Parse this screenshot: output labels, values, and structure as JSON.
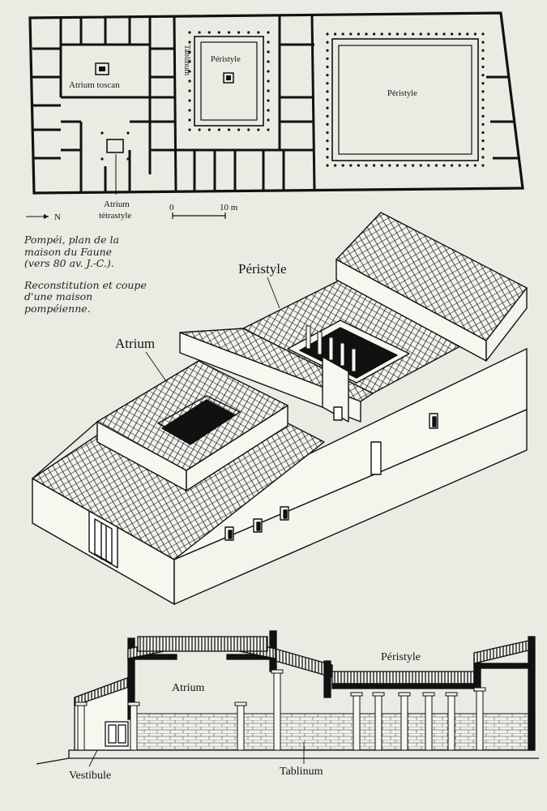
{
  "plan": {
    "labels": {
      "atrium_toscan": "Atrium toscan",
      "tablinum": "Tablinum",
      "peristyle_1": "Péristyle",
      "peristyle_2": "Péristyle",
      "atrium_tetrastyle_1": "Atrium",
      "atrium_tetrastyle_2": "tétrastyle",
      "north": "N",
      "scale_zero": "0",
      "scale_end": "10 m"
    }
  },
  "caption": {
    "lines_1": [
      "Pompéi, plan de la",
      "maison du Faune",
      "(vers 80 av. J.-C.)."
    ],
    "lines_2": [
      "Reconstitution et coupe",
      "d'une maison",
      "pompéienne."
    ]
  },
  "reconstruction": {
    "labels": {
      "peristyle": "Péristyle",
      "atrium": "Atrium"
    }
  },
  "section": {
    "labels": {
      "peristyle": "Péristyle",
      "atrium": "Atrium",
      "vestibule": "Vestibule",
      "tablinum": "Tablinum"
    }
  }
}
